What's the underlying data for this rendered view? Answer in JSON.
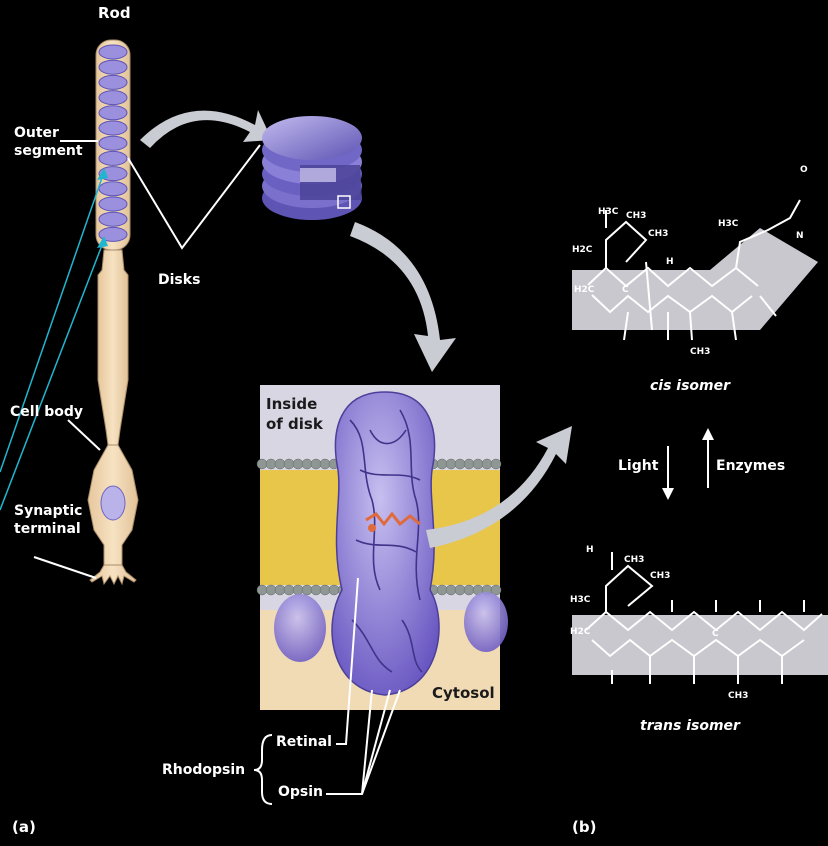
{
  "panel_a": {
    "title": "Rod",
    "outer_segment": [
      "Outer",
      "segment"
    ],
    "disks": "Disks",
    "cell_body": "Cell body",
    "synaptic_terminal": [
      "Synaptic",
      "terminal"
    ],
    "inside_of_disk": [
      "Inside",
      "of disk"
    ],
    "cytosol": "Cytosol",
    "rhodopsin": "Rhodopsin",
    "retinal": "Retinal",
    "opsin": "Opsin",
    "panel_letter": "(a)"
  },
  "panel_b": {
    "cis_label": "cis isomer",
    "trans_label": "trans isomer",
    "light": "Light",
    "enzymes": "Enzymes",
    "panel_letter": "(b)",
    "cis_atoms": {
      "h3c_top": "H3C",
      "ch3_a": "CH3",
      "ch3_b": "CH3",
      "h2c": "H2C",
      "h2c_left": "H2C",
      "h3c_right": "H3C",
      "h": "H",
      "c": "C",
      "o": "O",
      "n": "N",
      "ch3": "CH3"
    },
    "trans_atoms": {
      "h": "H",
      "ch3_a": "CH3",
      "ch3_b": "CH3",
      "h3c": "H3C",
      "h2c": "H2C",
      "c": "C",
      "ch3": "CH3"
    }
  },
  "colors": {
    "background": "#000000",
    "rod_body": "#f3dcb8",
    "disk_purple": "#8b7fd3",
    "membrane_yellow": "#e7c64a",
    "membrane_box": "#d9d6e3",
    "chain_band": "#c8c8ce",
    "arrow_gray": "#c9ccd2",
    "pointer_cyan": "#20b6cf",
    "retinal_orange": "#e06a3a"
  }
}
